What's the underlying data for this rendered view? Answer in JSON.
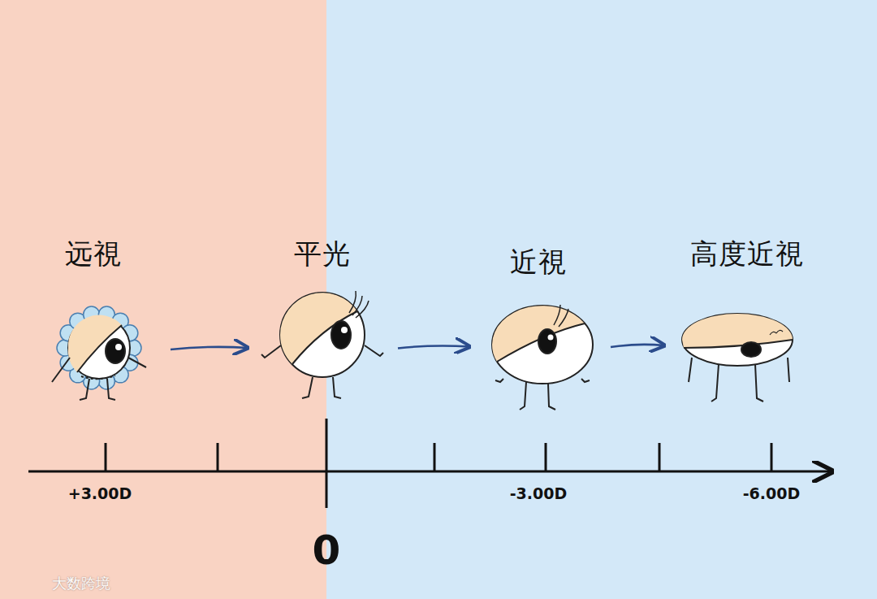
{
  "diagram": {
    "nodes": [
      {
        "text": [
          "远視"
        ]
      },
      {
        "text": [
          "平光"
        ]
      },
      {
        "text": [
          "近視"
        ]
      },
      {
        "text": [
          "高度近視"
        ]
      }
    ],
    "edges": [
      {
        "from": 0,
        "to": 1,
        "arrow": "to"
      },
      {
        "from": 1,
        "to": 2,
        "arrow": "to"
      },
      {
        "from": 2,
        "to": 3,
        "arrow": "to"
      }
    ],
    "labels": [
      "+3.00D",
      "0",
      "-3.00D",
      "-6.00D",
      "大数跨境"
    ]
  }
}
